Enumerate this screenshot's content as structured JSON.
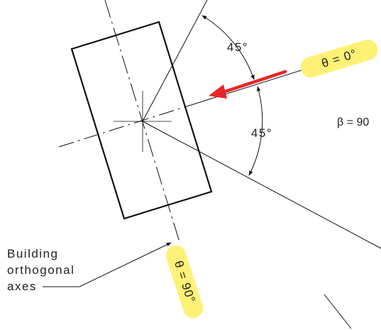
{
  "diagram": {
    "labels": {
      "theta_zero": "θ = 0°",
      "theta_ninety": "θ = 90°",
      "angle_upper": "45°",
      "angle_lower": "45°",
      "beta": "β = 90",
      "axes_line1": "Building",
      "axes_line2": "orthogonal",
      "axes_line3": "axes"
    },
    "colors": {
      "highlight": "#fff176",
      "arrow": "#e8262a",
      "line": "#111111"
    }
  }
}
